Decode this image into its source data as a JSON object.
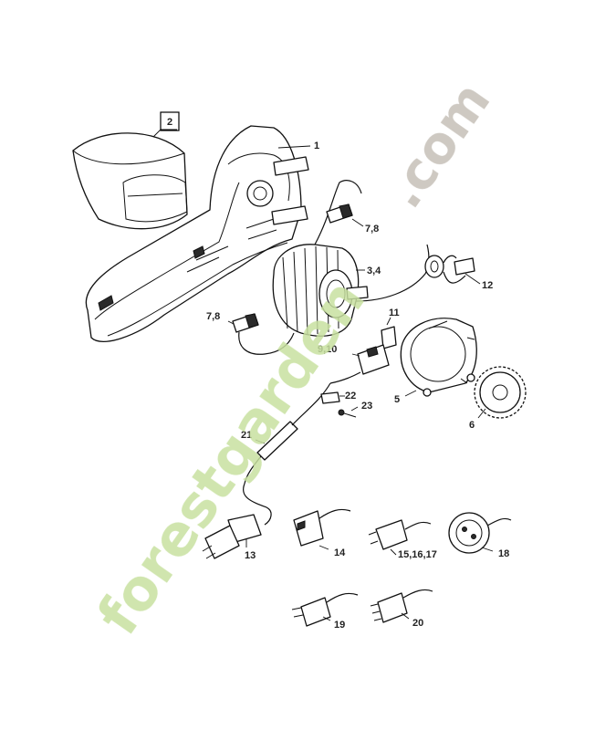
{
  "diagram": {
    "labels": {
      "p1": "1",
      "p2": "2",
      "p34": "3,4",
      "p5": "5",
      "p6": "6",
      "p78a": "7,8",
      "p78b": "7,8",
      "p910": "9,10",
      "p11": "11",
      "p12": "12",
      "p13": "13",
      "p14": "14",
      "p151617": "15,16,17",
      "p18": "18",
      "p19": "19",
      "p20": "20",
      "p21": "21",
      "p22": "22",
      "p23": "23"
    },
    "highlight_label": "p2",
    "highlight_color": "#000000",
    "line_color": "#111111"
  },
  "watermark": {
    "brand_text": "forestgarden",
    "domain_text": ".com",
    "brand_color": "#c8e1a0",
    "domain_color": "#c6c0b8"
  }
}
